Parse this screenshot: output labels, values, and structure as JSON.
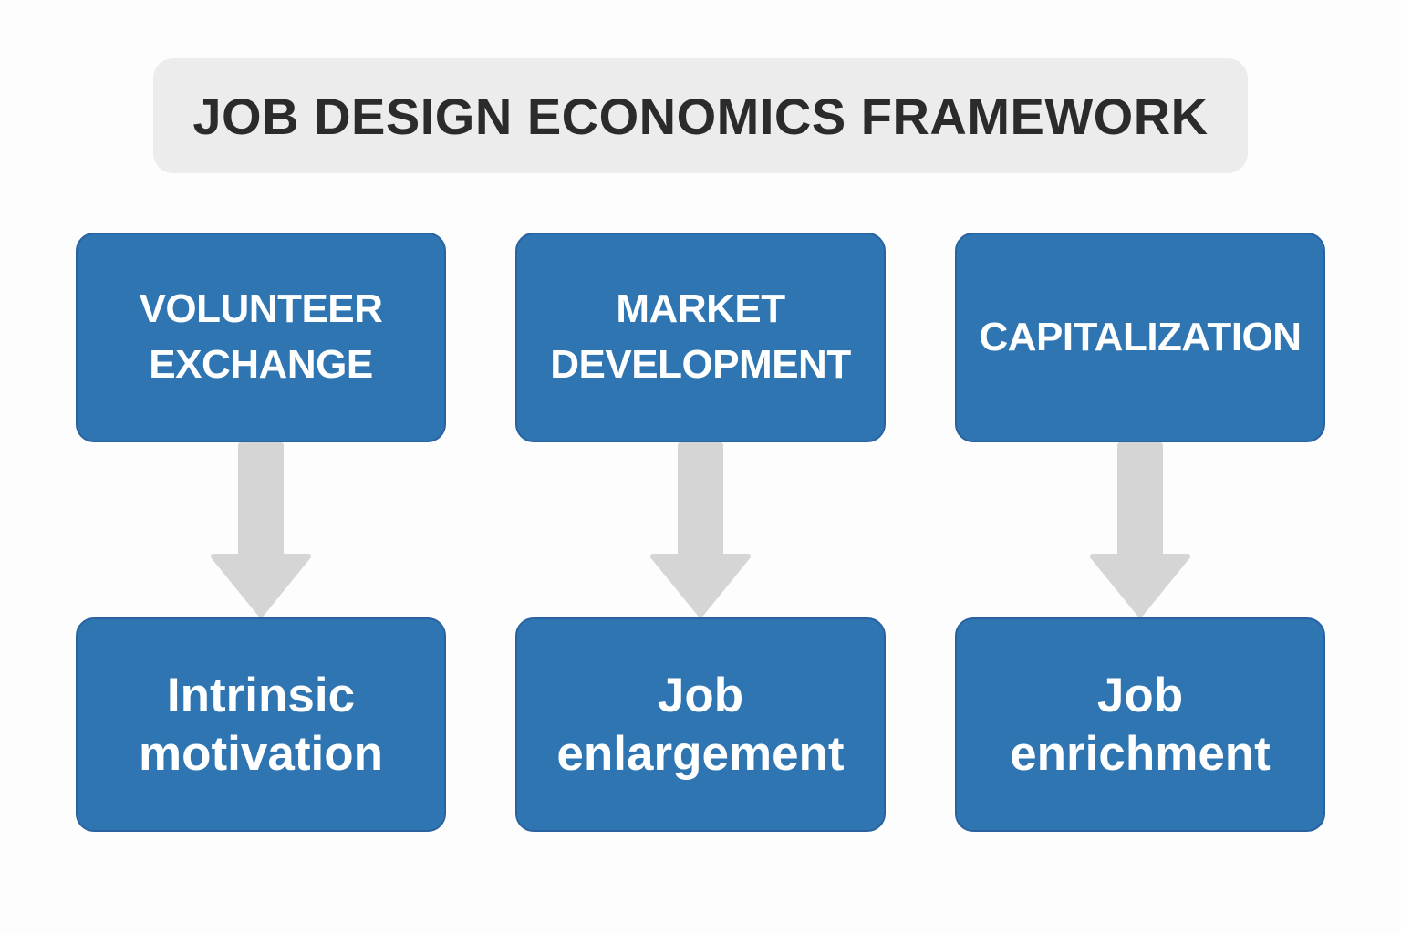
{
  "title": {
    "text": "JOB DESIGN ECONOMICS FRAMEWORK"
  },
  "columns": [
    {
      "top_label": "VOLUNTEER\nEXCHANGE",
      "arrow_icon": "down-arrow",
      "bottom_label": "Intrinsic\nmotivation"
    },
    {
      "top_label": "MARKET\nDEVELOPMENT",
      "arrow_icon": "down-arrow",
      "bottom_label": "Job\nenlargement"
    },
    {
      "top_label": "CAPITALIZATION",
      "arrow_icon": "down-arrow",
      "bottom_label": "Job\nenrichment"
    }
  ],
  "colors": {
    "background": "#fdfdfd",
    "banner_background": "#ececec",
    "title_text": "#2b2b2b",
    "box_fill": "#2e75b2",
    "box_border": "#2a62a0",
    "box_text": "#ffffff",
    "arrow": "#d5d5d5"
  }
}
